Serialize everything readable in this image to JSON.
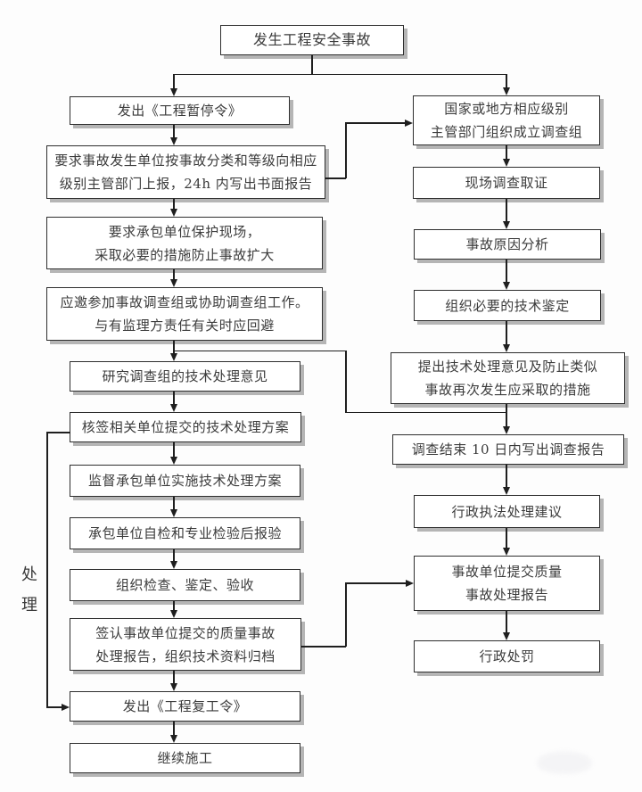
{
  "colors": {
    "background": "#fdfdfd",
    "box_fill": "#ffffff",
    "box_border": "#2e2e2e",
    "box_shadow": "#b5b5b5",
    "line": "#1f1f1f",
    "text": "#3b3b3b"
  },
  "side_label": "处理",
  "nodes": {
    "start": {
      "l1": "发生工程安全事故"
    },
    "stop_order": {
      "l1": "发出《工程暂停令》"
    },
    "report": {
      "l1": "要求事故发生单位按事故分类和等级向相应",
      "l2": "级别主管部门上报，24h 内写出书面报告"
    },
    "protect_site": {
      "l1": "要求承包单位保护现场，",
      "l2": "采取必要的措施防止事故扩大"
    },
    "join_team": {
      "l1": "应邀参加事故调查组或协助调查组工作。",
      "l2": "与有监理方责任有关时应回避"
    },
    "study_opinions": {
      "l1": "研究调查组的技术处理意见"
    },
    "countersign": {
      "l1": "核签相关单位提交的技术处理方案"
    },
    "supervise": {
      "l1": "监督承包单位实施技术处理方案"
    },
    "self_inspect": {
      "l1": "承包单位自检和专业检验后报验"
    },
    "acceptance": {
      "l1": "组织检查、鉴定、验收"
    },
    "sign_archive": {
      "l1": "签认事故单位提交的质量事故",
      "l2": "处理报告，组织技术资料归档"
    },
    "resume_order": {
      "l1": "发出《工程复工令》"
    },
    "continue_work": {
      "l1": "继续施工"
    },
    "team_setup": {
      "l1": "国家或地方相应级别",
      "l2": "主管部门组织成立调查组"
    },
    "site_evidence": {
      "l1": "现场调查取证"
    },
    "cause_analysis": {
      "l1": "事故原因分析"
    },
    "appraisal": {
      "l1": "组织必要的技术鉴定"
    },
    "measures": {
      "l1": "提出技术处理意见及防止类似",
      "l2": "事故再次发生应采取的措施"
    },
    "report10": {
      "l1": "调查结束 10 日内写出调查报告"
    },
    "enforcement": {
      "l1": "行政执法处理建议"
    },
    "quality_report": {
      "l1": "事故单位提交质量",
      "l2": "事故处理报告"
    },
    "penalty": {
      "l1": "行政处罚"
    }
  }
}
